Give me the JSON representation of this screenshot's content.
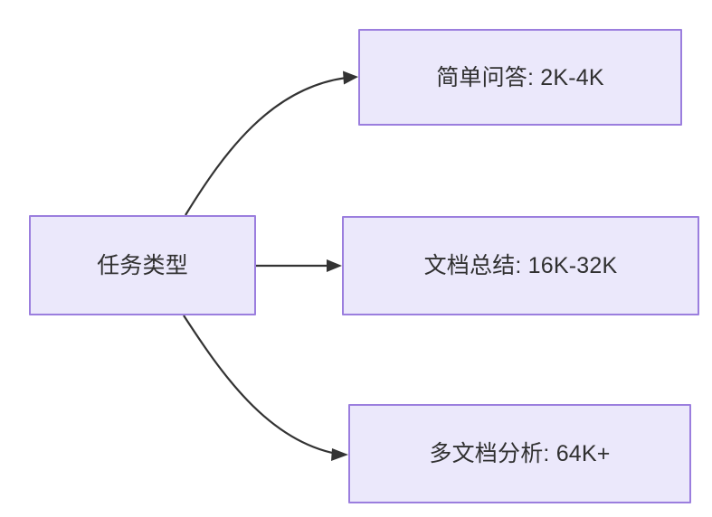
{
  "diagram": {
    "type": "flowchart",
    "direction": "left-to-right",
    "background_color": "#ffffff",
    "node_fill_color": "#ebe8fb",
    "node_border_color": "#9b7ede",
    "node_text_color": "#303030",
    "edge_color": "#333333",
    "nodes": [
      {
        "id": "source",
        "label": "任务类型",
        "role": "root"
      },
      {
        "id": "simple-qa",
        "label": "简单问答: 2K-4K",
        "role": "leaf"
      },
      {
        "id": "doc-summary",
        "label": "文档总结: 16K-32K",
        "role": "leaf"
      },
      {
        "id": "multi-doc",
        "label": "多文档分析: 64K+",
        "role": "leaf"
      }
    ],
    "edges": [
      {
        "id": "edge-source-simple-qa",
        "from": "source",
        "to": "simple-qa",
        "label": "",
        "style": "curved-arrow"
      },
      {
        "id": "edge-source-doc-summary",
        "from": "source",
        "to": "doc-summary",
        "label": "",
        "style": "straight-arrow"
      },
      {
        "id": "edge-source-multi-doc",
        "from": "source",
        "to": "multi-doc",
        "label": "",
        "style": "curved-arrow"
      }
    ]
  }
}
